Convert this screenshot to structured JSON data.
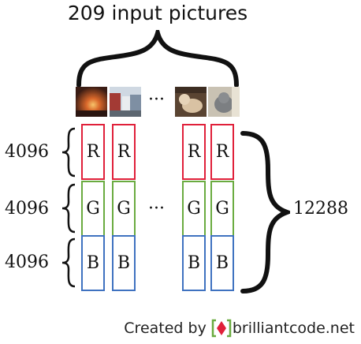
{
  "title": "209 input pictures",
  "ellipsis": "···",
  "rows": [
    {
      "count": "4096",
      "letter": "R",
      "color": "#e0203a"
    },
    {
      "count": "4096",
      "letter": "G",
      "color": "#6aab40"
    },
    {
      "count": "4096",
      "letter": "B",
      "color": "#3f72c0"
    }
  ],
  "total": "12288",
  "credit": {
    "prefix": "Created by",
    "site": "brilliantcode.net",
    "logo_icon": "bracketed-red-diamond-logo-icon",
    "logo_bracket_color": "#6aab40",
    "logo_diamond_color": "#e0203a"
  },
  "thumbnails": [
    "fire-photo",
    "street-photo",
    "cat-photo",
    "cat-gray-photo"
  ]
}
